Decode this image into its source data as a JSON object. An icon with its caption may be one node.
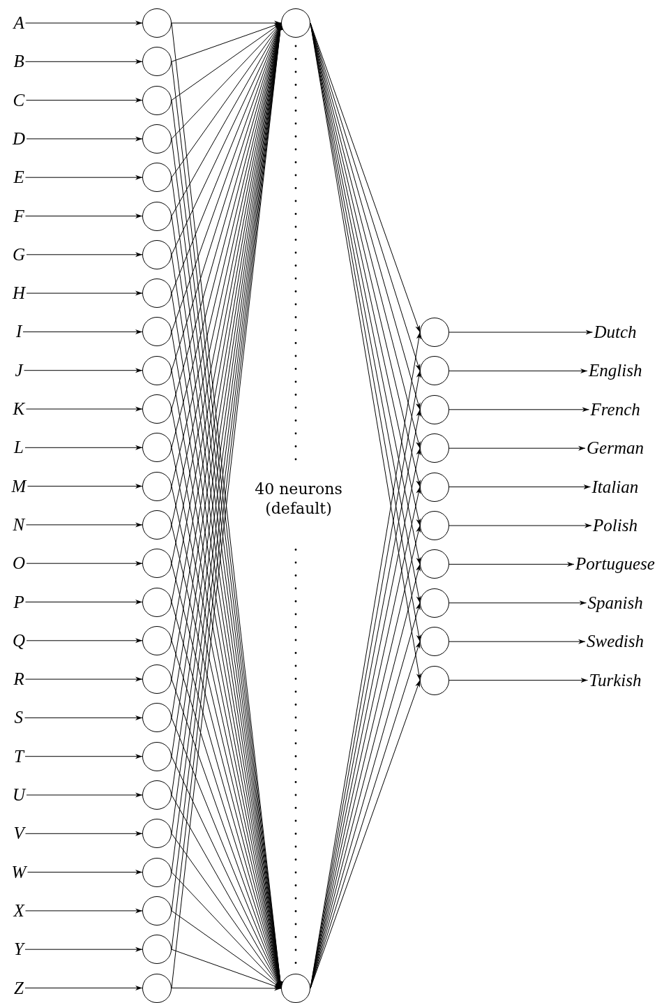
{
  "diagram": {
    "nodes": [
      {
        "text": [
          "A"
        ]
      },
      {
        "text": [
          "B"
        ]
      },
      {
        "text": [
          "C"
        ]
      },
      {
        "text": [
          "D"
        ]
      },
      {
        "text": [
          "E"
        ]
      },
      {
        "text": [
          "F"
        ]
      },
      {
        "text": [
          "G"
        ]
      },
      {
        "text": [
          "H"
        ]
      },
      {
        "text": [
          "I"
        ]
      },
      {
        "text": [
          "J"
        ]
      },
      {
        "text": [
          "K"
        ]
      },
      {
        "text": [
          "L"
        ]
      },
      {
        "text": [
          "M"
        ]
      },
      {
        "text": [
          "N"
        ]
      },
      {
        "text": [
          "O"
        ]
      },
      {
        "text": [
          "P"
        ]
      },
      {
        "text": [
          "Q"
        ]
      },
      {
        "text": [
          "R"
        ]
      },
      {
        "text": [
          "S"
        ]
      },
      {
        "text": [
          "T"
        ]
      },
      {
        "text": [
          "U"
        ]
      },
      {
        "text": [
          "V"
        ]
      },
      {
        "text": [
          "W"
        ]
      },
      {
        "text": [
          "X"
        ]
      },
      {
        "text": [
          "Y"
        ]
      },
      {
        "text": [
          "Z"
        ]
      },
      {
        "text": [],
        "shape": "circle"
      },
      {
        "text": [],
        "shape": "circle"
      },
      {
        "text": [],
        "shape": "circle"
      },
      {
        "text": [],
        "shape": "circle"
      },
      {
        "text": [],
        "shape": "circle"
      },
      {
        "text": [],
        "shape": "circle"
      },
      {
        "text": [],
        "shape": "circle"
      },
      {
        "text": [],
        "shape": "circle"
      },
      {
        "text": [],
        "shape": "circle"
      },
      {
        "text": [],
        "shape": "circle"
      },
      {
        "text": [],
        "shape": "circle"
      },
      {
        "text": [],
        "shape": "circle"
      },
      {
        "text": [],
        "shape": "circle"
      },
      {
        "text": [],
        "shape": "circle"
      },
      {
        "text": [],
        "shape": "circle"
      },
      {
        "text": [],
        "shape": "circle"
      },
      {
        "text": [],
        "shape": "circle"
      },
      {
        "text": [],
        "shape": "circle"
      },
      {
        "text": [],
        "shape": "circle"
      },
      {
        "text": [],
        "shape": "circle"
      },
      {
        "text": [],
        "shape": "circle"
      },
      {
        "text": [],
        "shape": "circle"
      },
      {
        "text": [],
        "shape": "circle"
      },
      {
        "text": [],
        "shape": "circle"
      },
      {
        "text": [],
        "shape": "circle"
      },
      {
        "text": [],
        "shape": "circle"
      },
      {
        "text": [],
        "shape": "circle"
      },
      {
        "text": [],
        "shape": "circle"
      },
      {
        "text": [],
        "shape": "circle"
      },
      {
        "text": [],
        "shape": "circle"
      },
      {
        "text": [],
        "shape": "circle"
      },
      {
        "text": [],
        "shape": "circle"
      },
      {
        "text": [],
        "shape": "circle"
      },
      {
        "text": [],
        "shape": "circle"
      },
      {
        "text": [],
        "shape": "circle"
      },
      {
        "text": [],
        "shape": "circle"
      },
      {
        "text": [],
        "shape": "circle"
      },
      {
        "text": [],
        "shape": "circle"
      },
      {
        "text": [
          "Dutch"
        ]
      },
      {
        "text": [
          "English"
        ]
      },
      {
        "text": [
          "French"
        ]
      },
      {
        "text": [
          "German"
        ]
      },
      {
        "text": [
          "Italian"
        ]
      },
      {
        "text": [
          "Polish"
        ]
      },
      {
        "text": [
          "Portuguese"
        ]
      },
      {
        "text": [
          "Spanish"
        ]
      },
      {
        "text": [
          "Swedish"
        ]
      },
      {
        "text": [
          "Turkish"
        ]
      }
    ],
    "edges": [
      {
        "from": 0,
        "to": 26,
        "arrow": "to"
      },
      {
        "from": 1,
        "to": 27,
        "arrow": "to"
      },
      {
        "from": 2,
        "to": 28,
        "arrow": "to"
      },
      {
        "from": 3,
        "to": 29,
        "arrow": "to"
      },
      {
        "from": 4,
        "to": 30,
        "arrow": "to"
      },
      {
        "from": 5,
        "to": 31,
        "arrow": "to"
      },
      {
        "from": 6,
        "to": 32,
        "arrow": "to"
      },
      {
        "from": 7,
        "to": 33,
        "arrow": "to"
      },
      {
        "from": 8,
        "to": 34,
        "arrow": "to"
      },
      {
        "from": 9,
        "to": 35,
        "arrow": "to"
      },
      {
        "from": 10,
        "to": 36,
        "arrow": "to"
      },
      {
        "from": 11,
        "to": 37,
        "arrow": "to"
      },
      {
        "from": 12,
        "to": 38,
        "arrow": "to"
      },
      {
        "from": 13,
        "to": 39,
        "arrow": "to"
      },
      {
        "from": 14,
        "to": 40,
        "arrow": "to"
      },
      {
        "from": 15,
        "to": 41,
        "arrow": "to"
      },
      {
        "from": 16,
        "to": 42,
        "arrow": "to"
      },
      {
        "from": 17,
        "to": 43,
        "arrow": "to"
      },
      {
        "from": 18,
        "to": 44,
        "arrow": "to"
      },
      {
        "from": 19,
        "to": 45,
        "arrow": "to"
      },
      {
        "from": 20,
        "to": 46,
        "arrow": "to"
      },
      {
        "from": 21,
        "to": 47,
        "arrow": "to"
      },
      {
        "from": 22,
        "to": 48,
        "arrow": "to"
      },
      {
        "from": 23,
        "to": 49,
        "arrow": "to"
      },
      {
        "from": 24,
        "to": 50,
        "arrow": "to"
      },
      {
        "from": 25,
        "to": 51,
        "arrow": "to"
      },
      {
        "from": 26,
        "to": 52,
        "arrow": "to"
      },
      {
        "from": 26,
        "to": 53,
        "arrow": "to"
      },
      {
        "from": 27,
        "to": 52,
        "arrow": "to"
      },
      {
        "from": 27,
        "to": 53,
        "arrow": "to"
      },
      {
        "from": 28,
        "to": 52,
        "arrow": "to"
      },
      {
        "from": 28,
        "to": 53,
        "arrow": "to"
      },
      {
        "from": 29,
        "to": 52,
        "arrow": "to"
      },
      {
        "from": 29,
        "to": 53,
        "arrow": "to"
      },
      {
        "from": 30,
        "to": 52,
        "arrow": "to"
      },
      {
        "from": 30,
        "to": 53,
        "arrow": "to"
      },
      {
        "from": 31,
        "to": 52,
        "arrow": "to"
      },
      {
        "from": 31,
        "to": 53,
        "arrow": "to"
      },
      {
        "from": 32,
        "to": 52,
        "arrow": "to"
      },
      {
        "from": 32,
        "to": 53,
        "arrow": "to"
      },
      {
        "from": 33,
        "to": 52,
        "arrow": "to"
      },
      {
        "from": 33,
        "to": 53,
        "arrow": "to"
      },
      {
        "from": 34,
        "to": 52,
        "arrow": "to"
      },
      {
        "from": 34,
        "to": 53,
        "arrow": "to"
      },
      {
        "from": 35,
        "to": 52,
        "arrow": "to"
      },
      {
        "from": 35,
        "to": 53,
        "arrow": "to"
      },
      {
        "from": 36,
        "to": 52,
        "arrow": "to"
      },
      {
        "from": 36,
        "to": 53,
        "arrow": "to"
      },
      {
        "from": 37,
        "to": 52,
        "arrow": "to"
      },
      {
        "from": 37,
        "to": 53,
        "arrow": "to"
      },
      {
        "from": 38,
        "to": 52,
        "arrow": "to"
      },
      {
        "from": 38,
        "to": 53,
        "arrow": "to"
      },
      {
        "from": 39,
        "to": 52,
        "arrow": "to"
      },
      {
        "from": 39,
        "to": 53,
        "arrow": "to"
      },
      {
        "from": 40,
        "to": 52,
        "arrow": "to"
      },
      {
        "from": 40,
        "to": 53,
        "arrow": "to"
      },
      {
        "from": 41,
        "to": 52,
        "arrow": "to"
      },
      {
        "from": 41,
        "to": 53,
        "arrow": "to"
      },
      {
        "from": 42,
        "to": 52,
        "arrow": "to"
      },
      {
        "from": 42,
        "to": 53,
        "arrow": "to"
      },
      {
        "from": 43,
        "to": 52,
        "arrow": "to"
      },
      {
        "from": 43,
        "to": 53,
        "arrow": "to"
      },
      {
        "from": 44,
        "to": 52,
        "arrow": "to"
      },
      {
        "from": 44,
        "to": 53,
        "arrow": "to"
      },
      {
        "from": 45,
        "to": 52,
        "arrow": "to"
      },
      {
        "from": 45,
        "to": 53,
        "arrow": "to"
      },
      {
        "from": 46,
        "to": 52,
        "arrow": "to"
      },
      {
        "from": 46,
        "to": 53,
        "arrow": "to"
      },
      {
        "from": 47,
        "to": 52,
        "arrow": "to"
      },
      {
        "from": 47,
        "to": 53,
        "arrow": "to"
      },
      {
        "from": 48,
        "to": 52,
        "arrow": "to"
      },
      {
        "from": 48,
        "to": 53,
        "arrow": "to"
      },
      {
        "from": 49,
        "to": 52,
        "arrow": "to"
      },
      {
        "from": 49,
        "to": 53,
        "arrow": "to"
      },
      {
        "from": 50,
        "to": 52,
        "arrow": "to"
      },
      {
        "from": 50,
        "to": 53,
        "arrow": "to"
      },
      {
        "from": 51,
        "to": 52,
        "arrow": "to"
      },
      {
        "from": 51,
        "to": 53,
        "arrow": "to"
      },
      {
        "from": 52,
        "to": 54,
        "arrow": "to"
      },
      {
        "from": 52,
        "to": 55,
        "arrow": "to"
      },
      {
        "from": 52,
        "to": 56,
        "arrow": "to"
      },
      {
        "from": 52,
        "to": 57,
        "arrow": "to"
      },
      {
        "from": 52,
        "to": 58,
        "arrow": "to"
      },
      {
        "from": 52,
        "to": 59,
        "arrow": "to"
      },
      {
        "from": 52,
        "to": 60,
        "arrow": "to"
      },
      {
        "from": 52,
        "to": 61,
        "arrow": "to"
      },
      {
        "from": 52,
        "to": 62,
        "arrow": "to"
      },
      {
        "from": 52,
        "to": 63,
        "arrow": "to"
      },
      {
        "from": 53,
        "to": 54,
        "arrow": "to"
      },
      {
        "from": 53,
        "to": 55,
        "arrow": "to"
      },
      {
        "from": 53,
        "to": 56,
        "arrow": "to"
      },
      {
        "from": 53,
        "to": 57,
        "arrow": "to"
      },
      {
        "from": 53,
        "to": 58,
        "arrow": "to"
      },
      {
        "from": 53,
        "to": 59,
        "arrow": "to"
      },
      {
        "from": 53,
        "to": 60,
        "arrow": "to"
      },
      {
        "from": 53,
        "to": 61,
        "arrow": "to"
      },
      {
        "from": 53,
        "to": 62,
        "arrow": "to"
      },
      {
        "from": 53,
        "to": 63,
        "arrow": "to"
      },
      {
        "from": 54,
        "to": 64,
        "arrow": "to"
      },
      {
        "from": 55,
        "to": 65,
        "arrow": "to"
      },
      {
        "from": 56,
        "to": 66,
        "arrow": "to"
      },
      {
        "from": 57,
        "to": 67,
        "arrow": "to"
      },
      {
        "from": 58,
        "to": 68,
        "arrow": "to"
      },
      {
        "from": 59,
        "to": 69,
        "arrow": "to"
      },
      {
        "from": 60,
        "to": 70,
        "arrow": "to"
      },
      {
        "from": 61,
        "to": 71,
        "arrow": "to"
      },
      {
        "from": 62,
        "to": 72,
        "arrow": "to"
      },
      {
        "from": 63,
        "to": 73,
        "arrow": "to"
      }
    ],
    "labels": [
      "40 neurons (default)"
    ]
  }
}
